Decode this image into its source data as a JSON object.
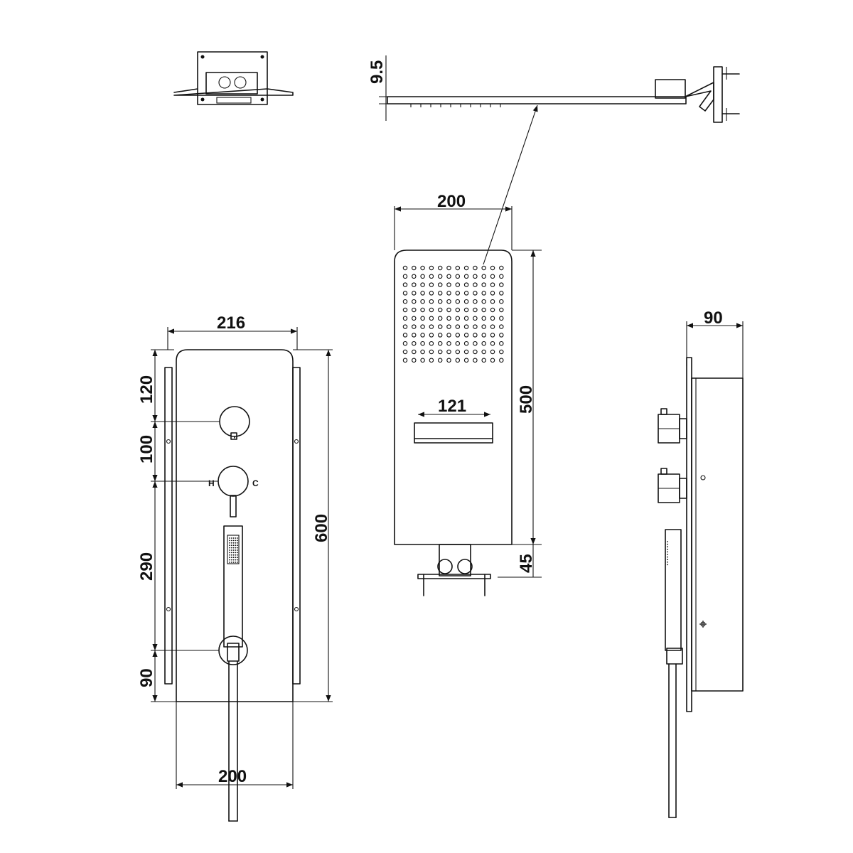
{
  "top_view": {
    "arm_height": "9.5"
  },
  "head_plate": {
    "width": "200",
    "height": "500",
    "slot_width": "121",
    "bottom_offset": "45"
  },
  "mixer_panel": {
    "outer_width": "216",
    "base_width": "200",
    "total_height": "600",
    "spacing": [
      "120",
      "100",
      "290",
      "90"
    ]
  },
  "side_view": {
    "depth": "90"
  }
}
